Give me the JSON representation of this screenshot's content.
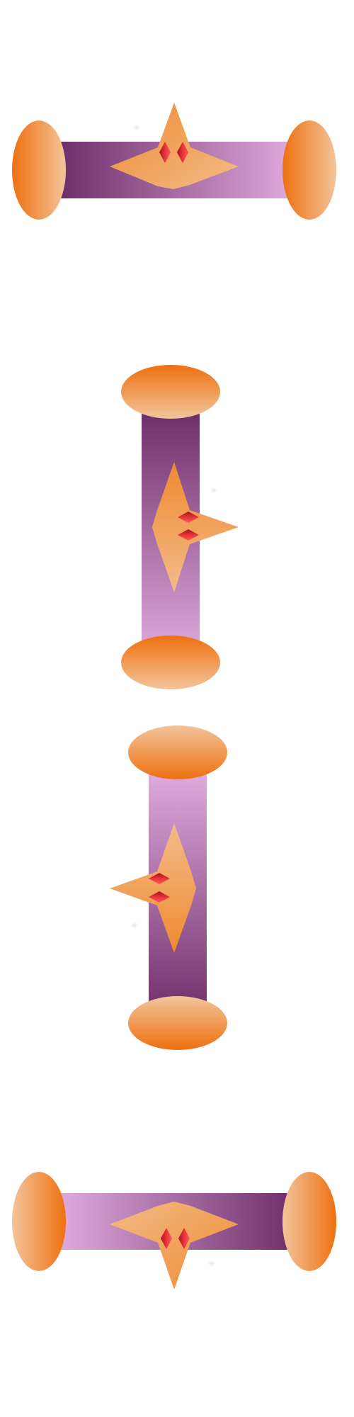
{
  "colors": {
    "bar_dark": "#6b2a66",
    "bar_light": "#e2aee0",
    "cap_dark": "#ee7010",
    "cap_light": "#f2c49a",
    "star_dark": "#ee8a30",
    "star_light": "#f3bb88",
    "gem_dark": "#a3131e",
    "gem_light": "#ff5a5a",
    "dust": "#e6e6e6"
  },
  "figures": [
    {
      "orientation": "horizontal",
      "bar_gradient": "dark-to-light",
      "star_tip": "up",
      "gems": "side-by-side"
    },
    {
      "orientation": "vertical",
      "bar_gradient": "dark-to-light",
      "star_tip": "right",
      "gems": "stacked"
    },
    {
      "orientation": "vertical",
      "bar_gradient": "light-to-dark",
      "star_tip": "left",
      "gems": "stacked"
    },
    {
      "orientation": "horizontal",
      "bar_gradient": "light-to-dark",
      "star_tip": "down",
      "gems": "side-by-side"
    }
  ]
}
